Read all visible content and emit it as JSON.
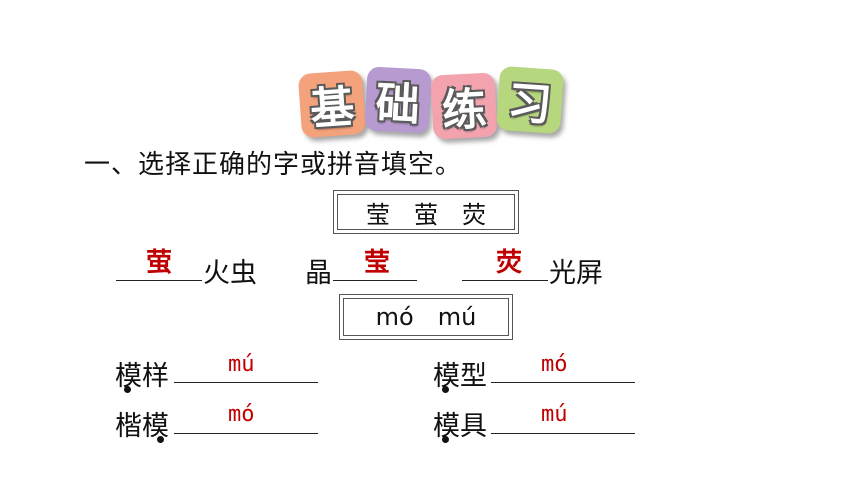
{
  "title": {
    "chars": [
      "基",
      "础",
      "练",
      "习"
    ],
    "colors": [
      "#f4a27c",
      "#b79ad0",
      "#f2a3ae",
      "#b7d77f"
    ]
  },
  "question": "一、选择正确的字或拼音填空。",
  "box1": [
    "莹",
    "萤",
    "荧"
  ],
  "row1": {
    "item1_suffix": "火虫",
    "item1_answer": "萤",
    "item2_prefix": "晶",
    "item2_answer": "莹",
    "item3_suffix": "光屏",
    "item3_answer": "荧"
  },
  "box2": [
    "mó",
    "mú"
  ],
  "pinyin_items": [
    {
      "word": "模样",
      "answer": "mú"
    },
    {
      "word": "模型",
      "answer": "mó"
    },
    {
      "word": "楷模",
      "answer": "mó"
    },
    {
      "word": "模具",
      "answer": "mú"
    }
  ]
}
